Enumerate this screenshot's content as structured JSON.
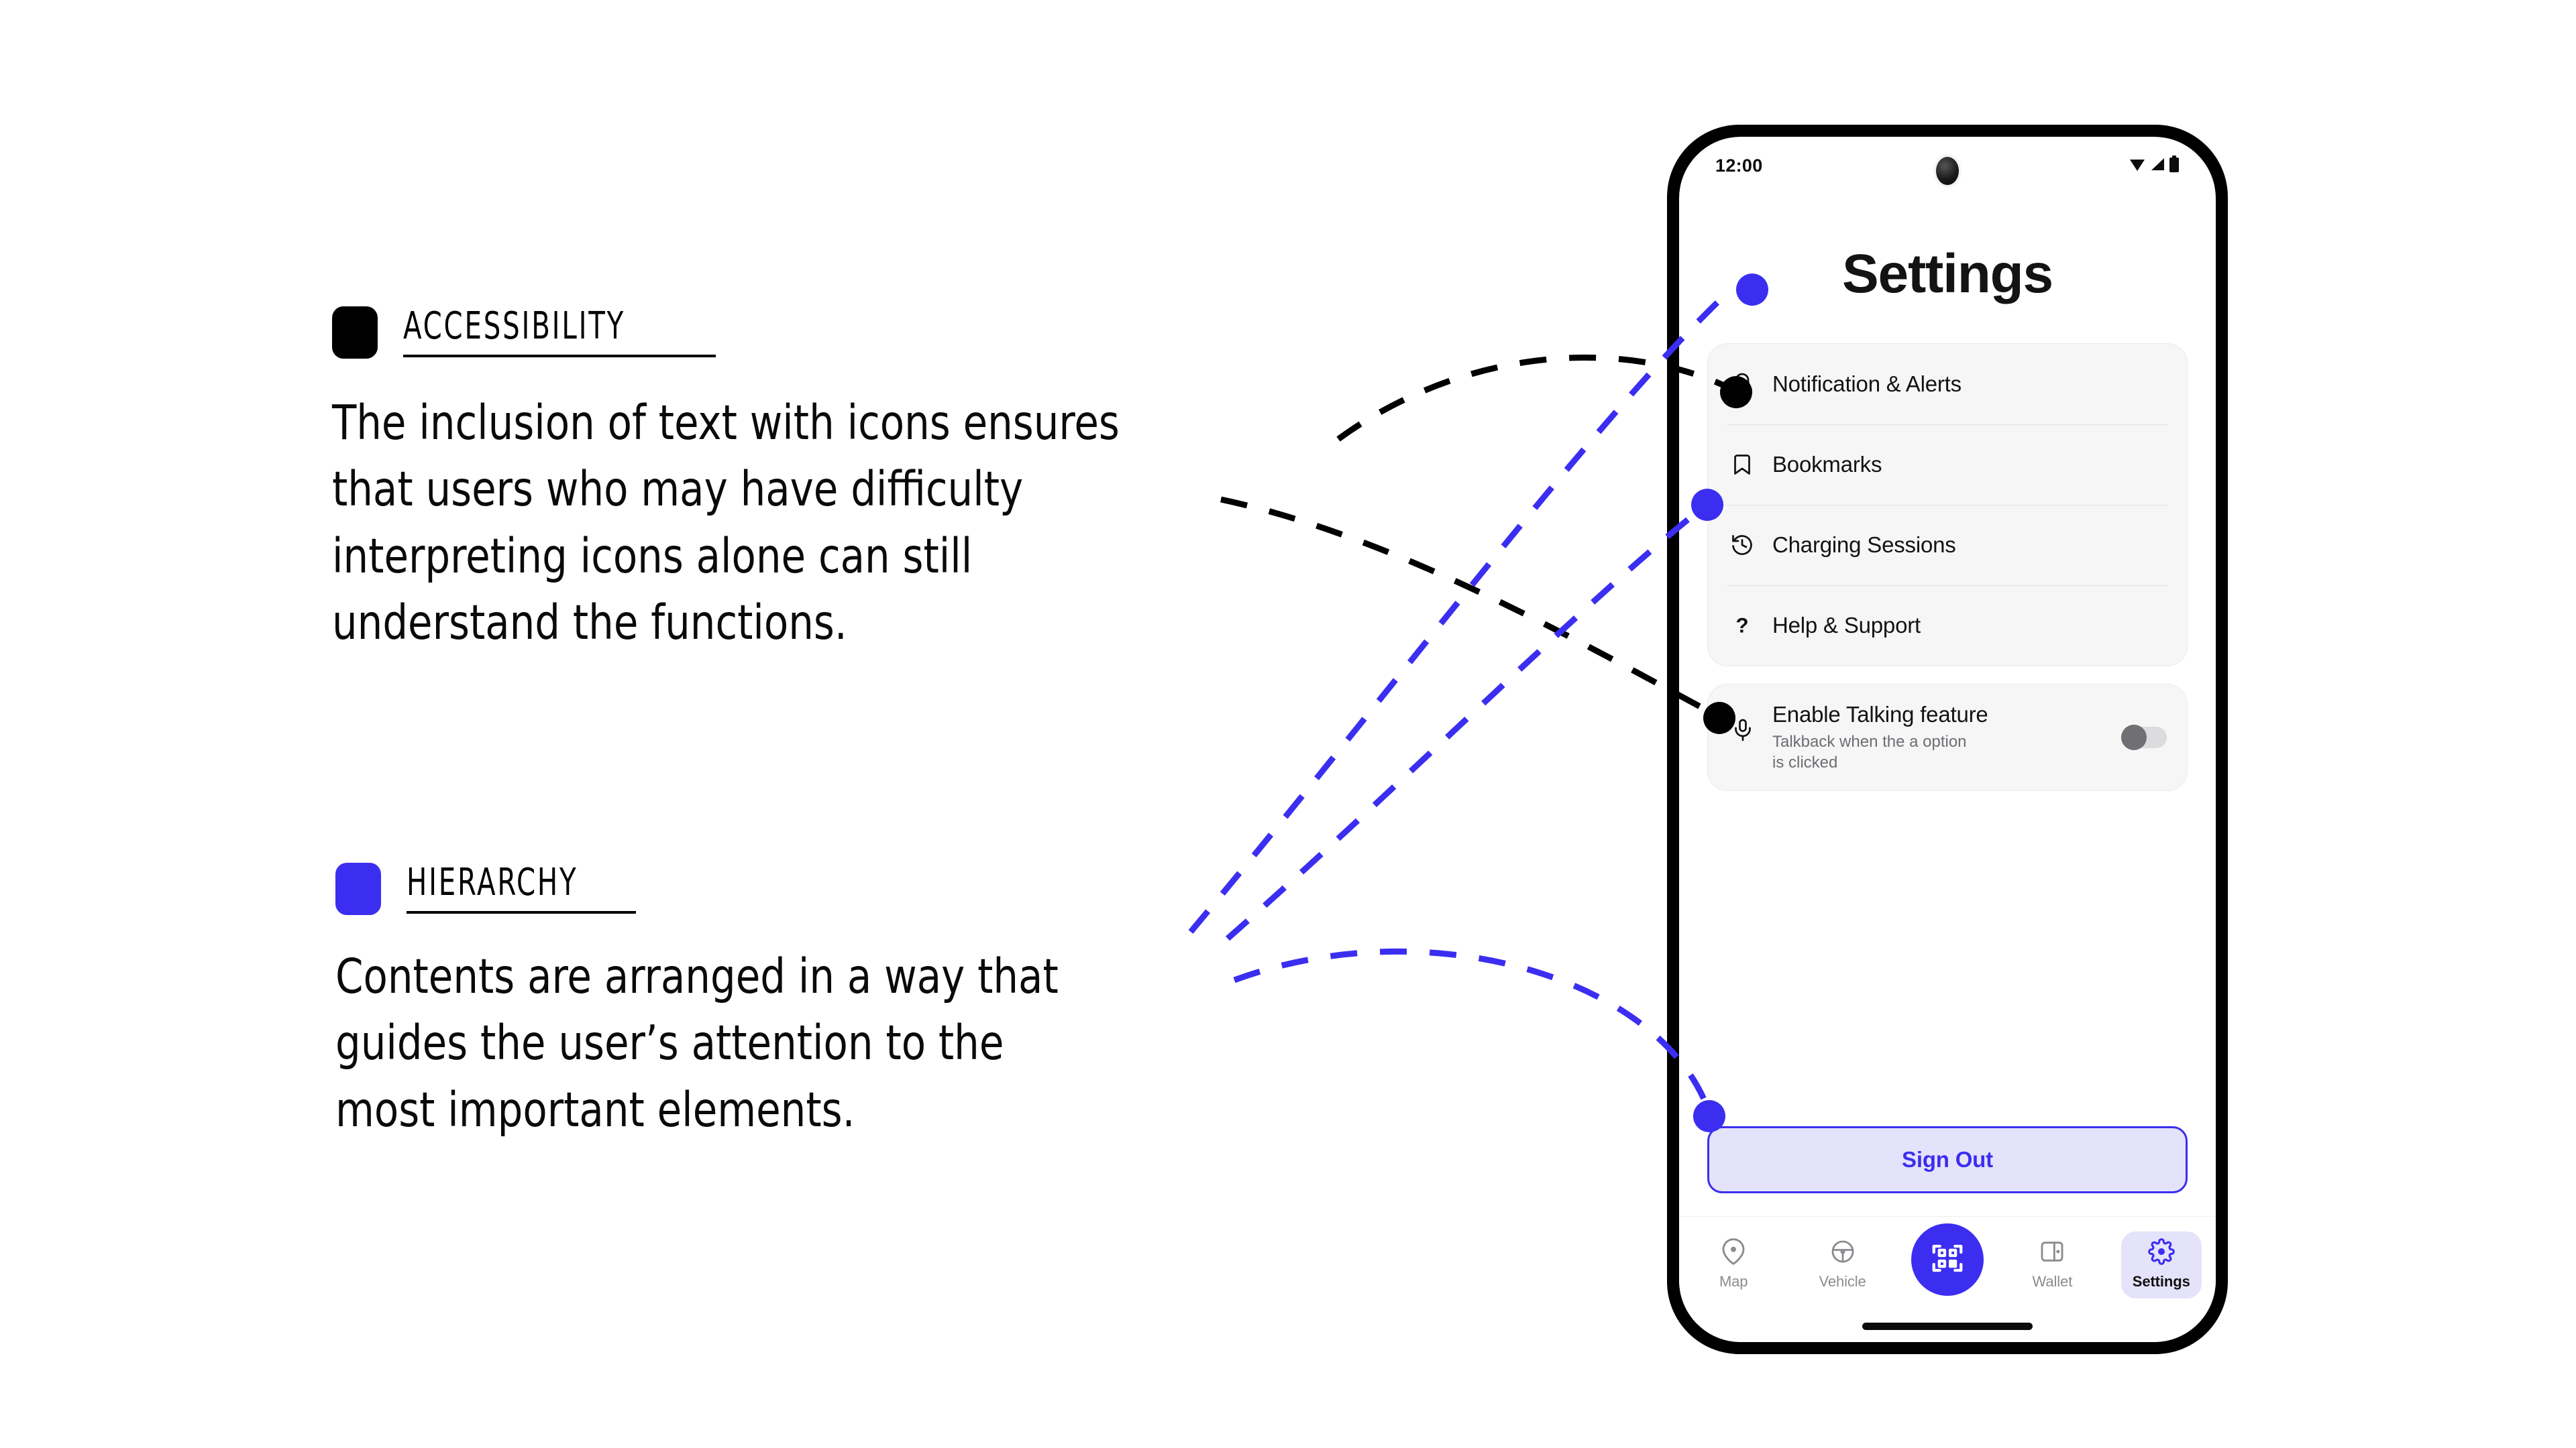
{
  "annotations": [
    {
      "id": "accessibility",
      "swatch_color": "#000000",
      "title": "ACCESSIBILITY",
      "body": "The inclusion of text with icons ensures\nthat users who may have difficulty\ninterpreting icons alone can still\nunderstand the functions."
    },
    {
      "id": "hierarchy",
      "swatch_color": "#3b2ef0",
      "title": "HIERARCHY",
      "body": "Contents are arranged in a way that\nguides the user’s attention to the\nmost important elements."
    }
  ],
  "phone": {
    "status_bar": {
      "time": "12:00",
      "icons": [
        "wifi-icon",
        "cellular-signal-icon",
        "battery-icon"
      ]
    },
    "page_title": "Settings",
    "settings_list": [
      {
        "label": "Notification & Alerts",
        "icon": "bell-icon"
      },
      {
        "label": "Bookmarks",
        "icon": "bookmark-icon"
      },
      {
        "label": "Charging Sessions",
        "icon": "history-icon"
      },
      {
        "label": "Help & Support",
        "icon": "question-mark-icon"
      }
    ],
    "talking_feature": {
      "icon": "microphone-icon",
      "title": "Enable Talking feature",
      "subtitle": "Talkback when the a option\nis clicked",
      "toggle_state": "off"
    },
    "sign_out": {
      "label": "Sign Out"
    },
    "bottom_nav": {
      "items": [
        {
          "label": "Map",
          "icon": "map-pin-icon",
          "active": false
        },
        {
          "label": "Vehicle",
          "icon": "steering-wheel-icon",
          "active": false
        },
        {
          "label": "",
          "icon": "qr-scan-icon",
          "active": false,
          "is_fab": true
        },
        {
          "label": "Wallet",
          "icon": "wallet-icon",
          "active": false
        },
        {
          "label": "Settings",
          "icon": "gear-icon",
          "active": true
        }
      ]
    }
  },
  "colors": {
    "brand_blue": "#3b2ef0",
    "brand_blue_light": "#e5e3fb",
    "card_gray": "#f6f6f7",
    "text_dark": "#131313",
    "text_muted": "#6d6d72",
    "nav_inactive": "#8b8b90"
  }
}
